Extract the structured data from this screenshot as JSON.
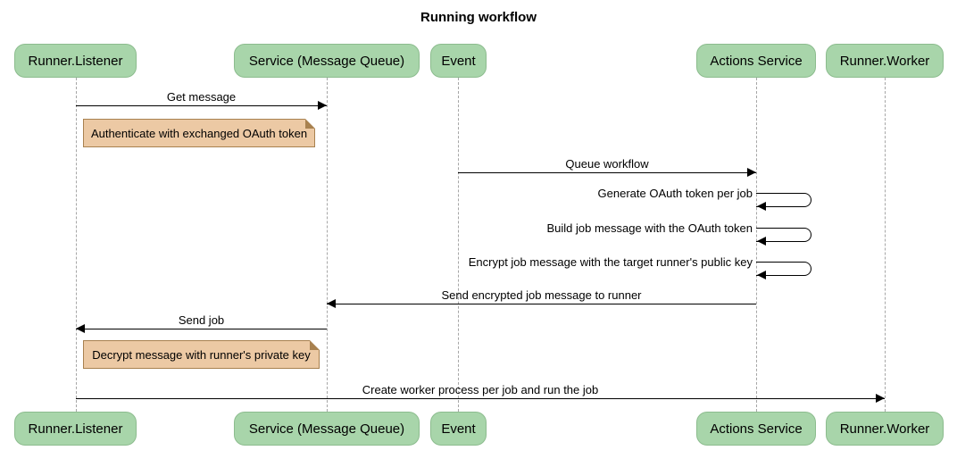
{
  "title": "Running workflow",
  "diagram_type": "sequence-diagram",
  "colors": {
    "actor_fill": "#a8d5aa",
    "actor_border": "#8cbc8e",
    "note_fill": "#ecc9a4",
    "note_border": "#a8814f",
    "note_fold": "#d9ad7c",
    "lifeline": "#a6a6a6",
    "arrow": "#000000"
  },
  "actors": [
    {
      "label": "Runner.Listener"
    },
    {
      "label": "Service (Message Queue)"
    },
    {
      "label": "Event"
    },
    {
      "label": "Actions Service"
    },
    {
      "label": "Runner.Worker"
    }
  ],
  "messages": [
    {
      "label": "Get message",
      "from": "Runner.Listener",
      "to": "Service (Message Queue)",
      "type": "solid-arrow"
    },
    {
      "label": "Queue workflow",
      "from": "Event",
      "to": "Actions Service",
      "type": "solid-arrow"
    },
    {
      "label": "Generate OAuth token per job",
      "from": "Actions Service",
      "to": "Actions Service",
      "type": "self-arrow"
    },
    {
      "label": "Build job message with the OAuth token",
      "from": "Actions Service",
      "to": "Actions Service",
      "type": "self-arrow"
    },
    {
      "label": "Encrypt job message with the target runner's public key",
      "from": "Actions Service",
      "to": "Actions Service",
      "type": "self-arrow"
    },
    {
      "label": "Send encrypted job message to runner",
      "from": "Actions Service",
      "to": "Service (Message Queue)",
      "type": "solid-arrow"
    },
    {
      "label": "Send job",
      "from": "Service (Message Queue)",
      "to": "Runner.Listener",
      "type": "solid-arrow"
    },
    {
      "label": "Create worker process per job and run the job",
      "from": "Runner.Listener",
      "to": "Runner.Worker",
      "type": "solid-arrow"
    }
  ],
  "notes": [
    {
      "label": "Authenticate with exchanged OAuth token",
      "anchor": "Runner.Listener"
    },
    {
      "label": "Decrypt message with runner's private key",
      "anchor": "Runner.Listener"
    }
  ]
}
